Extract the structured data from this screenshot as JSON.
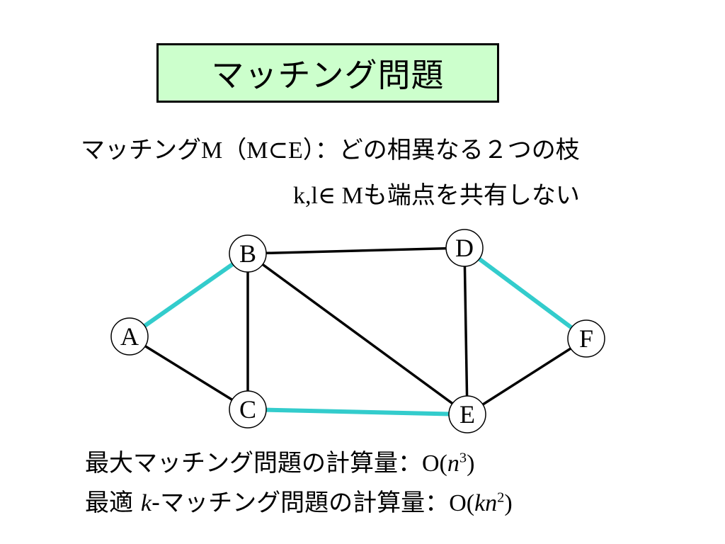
{
  "title": "マッチング問題",
  "definition": {
    "line1_a": "マッチング",
    "line1_b": "M（M⊂E）",
    "line1_c": "：どの相異なる２つの枝",
    "line2_a": "k,l∈ M",
    "line2_b": "も端点を共有しない"
  },
  "graph": {
    "nodes": [
      {
        "id": "A",
        "label": "A"
      },
      {
        "id": "B",
        "label": "B"
      },
      {
        "id": "C",
        "label": "C"
      },
      {
        "id": "D",
        "label": "D"
      },
      {
        "id": "E",
        "label": "E"
      },
      {
        "id": "F",
        "label": "F"
      }
    ],
    "edges": [
      {
        "from": "A",
        "to": "B",
        "matched": true
      },
      {
        "from": "A",
        "to": "C",
        "matched": false
      },
      {
        "from": "B",
        "to": "C",
        "matched": false
      },
      {
        "from": "B",
        "to": "D",
        "matched": false
      },
      {
        "from": "B",
        "to": "E",
        "matched": false
      },
      {
        "from": "C",
        "to": "E",
        "matched": true
      },
      {
        "from": "D",
        "to": "E",
        "matched": false
      },
      {
        "from": "D",
        "to": "F",
        "matched": true
      },
      {
        "from": "E",
        "to": "F",
        "matched": false
      }
    ],
    "colors": {
      "matched": "#33cccc",
      "normal": "#000000"
    }
  },
  "complexity": {
    "line1_label": "最大マッチング問題の計算量：",
    "line1_o": "O(",
    "line1_var": "n",
    "line1_exp": "3",
    "line1_close": ")",
    "line2_a": "最適 ",
    "line2_k": "k",
    "line2_b": "-マッチング問題の計算量：",
    "line2_o": "O(",
    "line2_var": "kn",
    "line2_exp": "2",
    "line2_close": ")"
  }
}
